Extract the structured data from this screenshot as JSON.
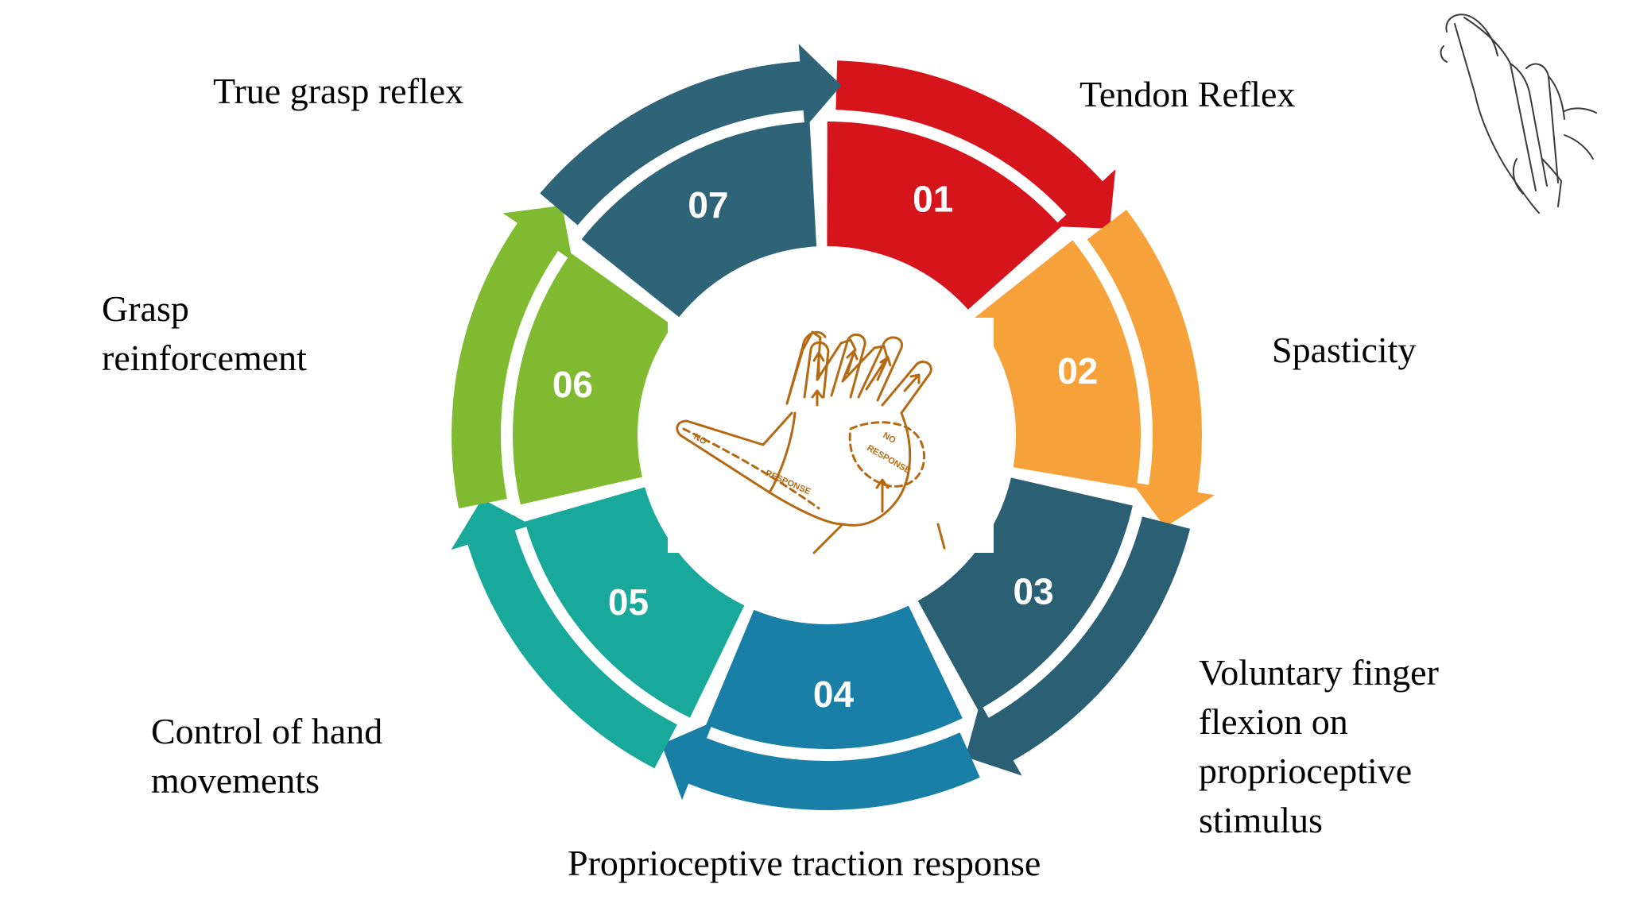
{
  "segments": [
    {
      "number": "01",
      "label": [
        "Tendon Reflex"
      ],
      "color": "#d6141b"
    },
    {
      "number": "02",
      "label": [
        "Spasticity"
      ],
      "color": "#f7a13b"
    },
    {
      "number": "03",
      "label": [
        "Voluntary finger",
        "flexion on",
        "proprioceptive",
        "stimulus"
      ],
      "color": "#2a5f74"
    },
    {
      "number": "04",
      "label": [
        "Proprioceptive traction response"
      ],
      "color": "#1a7fa6"
    },
    {
      "number": "05",
      "label": [
        "Control of hand",
        "movements"
      ],
      "color": "#18a99a"
    },
    {
      "number": "06",
      "label": [
        "Grasp",
        "reinforcement"
      ],
      "color": "#7fba31"
    },
    {
      "number": "07",
      "label": [
        "True grasp reflex"
      ],
      "color": "#2e6378"
    }
  ],
  "hand_annotations": [
    "NO",
    "RESPONSE",
    "NO",
    "RESPONSE"
  ],
  "icons": {
    "center": "hand-palm-arrows-illustration",
    "corner": "hand-sketch-illustration"
  },
  "colors": {
    "hand_line": "#b46a12",
    "background": "#ffffff"
  }
}
